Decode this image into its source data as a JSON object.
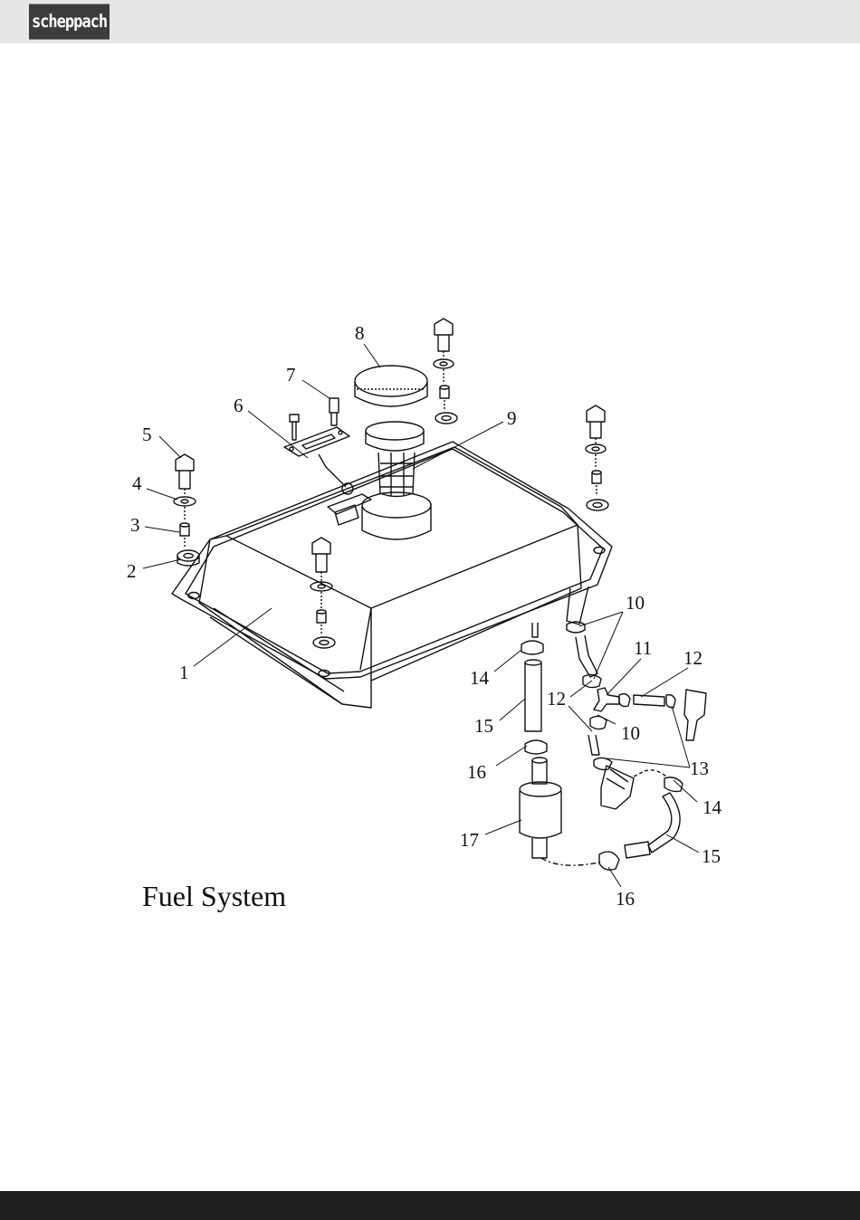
{
  "header": {
    "logo_text": "scheppach"
  },
  "diagram": {
    "caption": "Fuel System",
    "callouts": [
      "1",
      "2",
      "3",
      "4",
      "5",
      "6",
      "7",
      "8",
      "9",
      "10",
      "10",
      "11",
      "12",
      "12",
      "13",
      "14",
      "14",
      "15",
      "15",
      "16",
      "16",
      "17"
    ]
  },
  "colors": {
    "header_bg": "#e6e6e6",
    "logo_bg": "#3c3c3c",
    "footer_bg": "#1f1f1f",
    "line": "#111111"
  }
}
